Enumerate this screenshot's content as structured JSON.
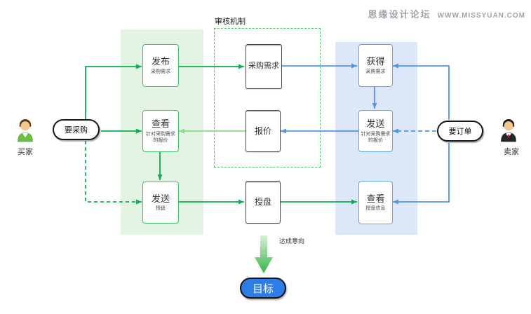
{
  "watermark": {
    "site_name": "思缘设计论坛",
    "site_url": "WWW.MISSYUAN.COM"
  },
  "actors": {
    "buyer": {
      "label": "买家",
      "goal": "要采购"
    },
    "seller": {
      "label": "卖家",
      "goal": "要订单"
    }
  },
  "audit_area": {
    "label": "审核机制"
  },
  "lanes": {
    "buyer": [
      {
        "title": "发布",
        "subtitle": "采购需求"
      },
      {
        "title": "查看",
        "subtitle": "针对采购需求的报价"
      },
      {
        "title": "发送",
        "subtitle": "授盘"
      }
    ],
    "audit": [
      {
        "title": "采购需求"
      },
      {
        "title": "报价"
      },
      {
        "title": "授盘"
      }
    ],
    "seller": [
      {
        "title": "获得",
        "subtitle": "采购需求"
      },
      {
        "title": "发送",
        "subtitle": "针对采购需求的报价"
      },
      {
        "title": "查看",
        "subtitle": "授盘信息"
      }
    ]
  },
  "outcome": {
    "arrow_label": "达成意向",
    "goal_label": "目标"
  },
  "colors": {
    "green_line": "#0db04e",
    "light_green_line": "#8ed98a",
    "blue_line": "#4f96e8",
    "buyer_band": "#e4f4e3",
    "seller_band": "#dce8fa",
    "goal_fill": "#2d7de8"
  }
}
